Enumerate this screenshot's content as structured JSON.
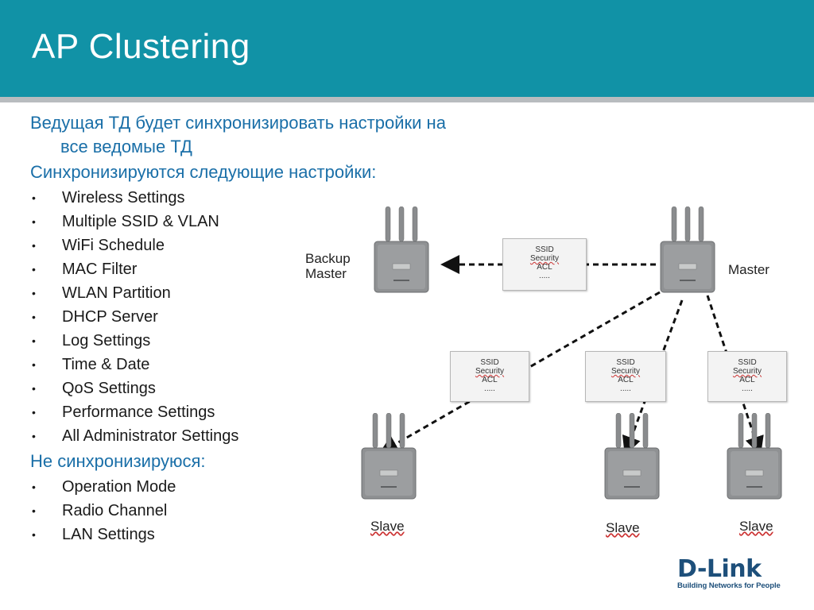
{
  "slide": {
    "title": "AP Clustering",
    "paragraph_1": "Ведущая ТД будет синхронизировать настройки на все ведомые ТД",
    "paragraph_2": "Синхронизируются следующие настройки:",
    "synced_items": [
      "Wireless Settings",
      "Multiple SSID & VLAN",
      "WiFi Schedule",
      "MAC Filter",
      "WLAN Partition",
      "DHCP Server",
      "Log Settings",
      "Time & Date",
      "QoS Settings",
      "Performance Settings",
      "All Administrator Settings"
    ],
    "paragraph_3": "Не синхронизируюся:",
    "not_synced_items": [
      "Operation Mode",
      "Radio Channel",
      "LAN Settings"
    ],
    "bullet": "•"
  },
  "diagram": {
    "master_label": "Master",
    "backup_label_line1": "Backup",
    "backup_label_line2": "Master",
    "slave_labels": [
      "Slave",
      "Slave",
      "Slave"
    ],
    "config_box": {
      "line1": "SSID",
      "line2": "Security",
      "line3": "ACL",
      "line4": "....."
    }
  },
  "logo": {
    "name": "D-Link",
    "tagline": "Building Networks for People"
  },
  "colors": {
    "header": "#1192a6",
    "stripe": "#b8bcbf",
    "heading_text": "#1a6fa8",
    "logo": "#1d4f7a"
  }
}
